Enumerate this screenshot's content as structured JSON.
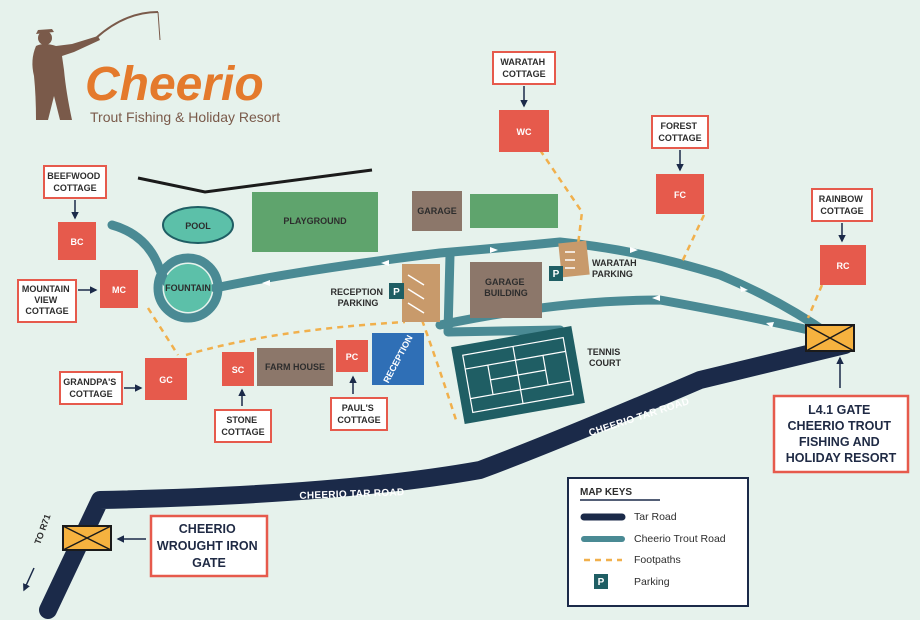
{
  "brand": {
    "name": "Cheerio",
    "tagline": "Trout Fishing & Holiday Resort"
  },
  "colors": {
    "background": "#e6f2ec",
    "tar_road": "#1b2a49",
    "trout_road": "#4a8a94",
    "footpath": "#f1b04c",
    "cottage": "#e65a4c",
    "callout_border": "#e65a4c",
    "playground": "#5fa46d",
    "pool": "#5cc0a9",
    "garage": "#8c776a",
    "reception": "#2f6fb6",
    "parking": "#1f5e64",
    "tennis": "#1f5e64",
    "gate": "#f6b23f",
    "logo_orange": "#e47a2c",
    "logo_brown": "#7a5a4a"
  },
  "cottages": [
    {
      "code": "BC",
      "label": "BEEFWOOD COTTAGE"
    },
    {
      "code": "MC",
      "label": "MOUNTAIN VIEW COTTAGE"
    },
    {
      "code": "GC",
      "label": "GRANDPA'S COTTAGE"
    },
    {
      "code": "SC",
      "label": "STONE COTTAGE"
    },
    {
      "code": "PC",
      "label": "PAUL'S COTTAGE"
    },
    {
      "code": "WC",
      "label": "WARATAH COTTAGE"
    },
    {
      "code": "FC",
      "label": "FOREST COTTAGE"
    },
    {
      "code": "RC",
      "label": "RAINBOW COTTAGE"
    }
  ],
  "facilities": {
    "pool": "POOL",
    "playground": "PLAYGROUND",
    "garage": "GARAGE",
    "fountain": "FOUNTAIN",
    "garage_building": "GARAGE BUILDING",
    "farm_house": "FARM HOUSE",
    "reception": "RECEPTION",
    "reception_parking": "RECEPTION PARKING",
    "waratah_parking": "WARATAH PARKING",
    "tennis_court": "TENNIS COURT"
  },
  "parking_symbol": "P",
  "roads": {
    "tar_road_label": "CHEERIO TAR ROAD",
    "to_r71": "TO R71"
  },
  "gates": {
    "main_gate": "L4.1 GATE CHEERIO TROUT FISHING AND HOLIDAY RESORT",
    "wrought_iron_gate": "CHEERIO WROUGHT IRON GATE"
  },
  "map_keys": {
    "title": "MAP KEYS",
    "items": [
      {
        "symbol": "tar-road",
        "label": "Tar Road"
      },
      {
        "symbol": "trout-road",
        "label": "Cheerio Trout Road"
      },
      {
        "symbol": "footpath",
        "label": "Footpaths"
      },
      {
        "symbol": "parking",
        "label": "Parking"
      }
    ]
  },
  "icons": [
    "fisherman-logo-icon",
    "arrow-down-icon",
    "arrow-right-icon",
    "arrow-up-icon",
    "arrow-left-icon",
    "parking-icon",
    "gate-icon"
  ]
}
